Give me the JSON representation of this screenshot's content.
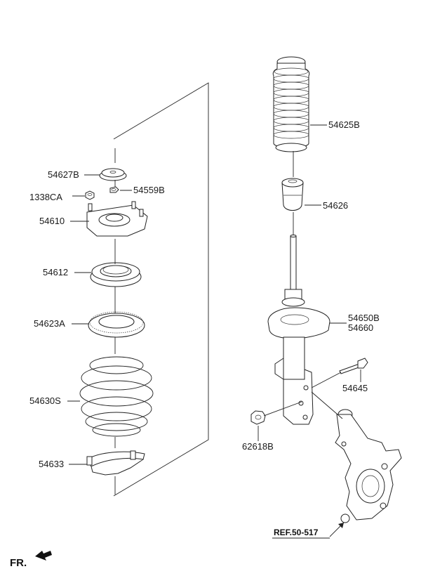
{
  "labels": {
    "p54627B": "54627B",
    "p1338CA": "1338CA",
    "p54559B": "54559B",
    "p54610": "54610",
    "p54612": "54612",
    "p54623A": "54623A",
    "p54630S": "54630S",
    "p54633": "54633",
    "p54625B": "54625B",
    "p54626": "54626",
    "p54650B": "54650B",
    "p54660": "54660",
    "p54645": "54645",
    "p62618B": "62618B"
  },
  "ref": "REF.50-517",
  "orientation": "FR.",
  "colors": {
    "line": "#222222",
    "background": "#ffffff"
  }
}
